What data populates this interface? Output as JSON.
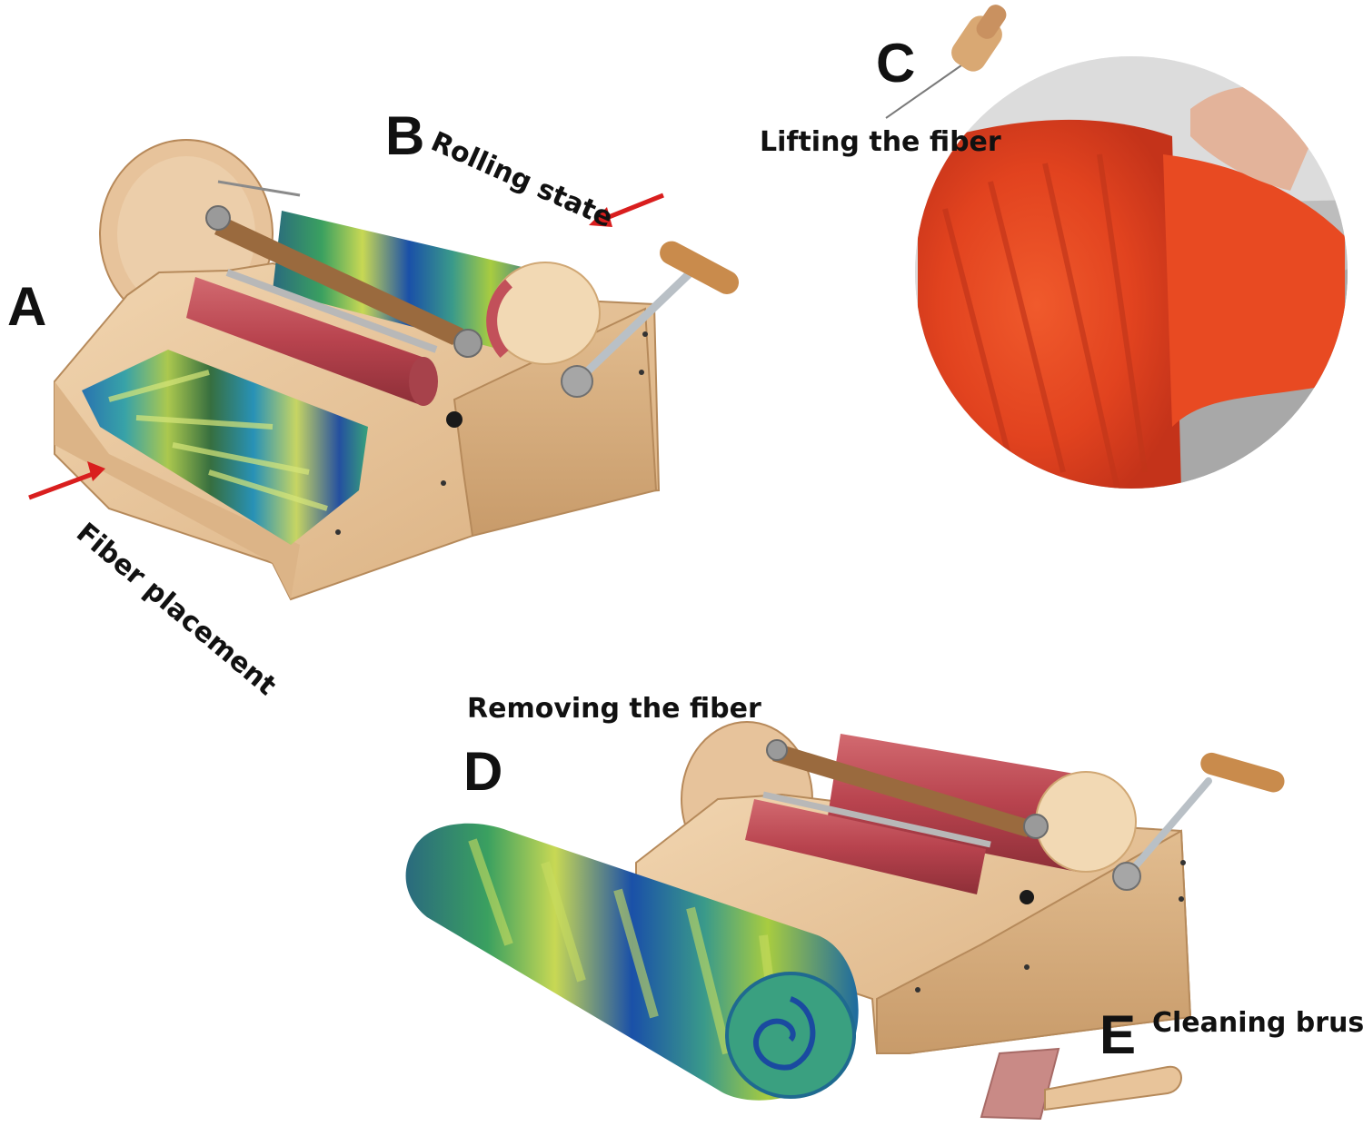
{
  "labels": {
    "a": "A",
    "b": "B",
    "c": "C",
    "d": "D",
    "e": "E"
  },
  "captions": {
    "a": "Fiber placement",
    "b": "Rolling state",
    "c": "Lifting the fiber",
    "d": "Removing the fiber",
    "e": "Cleaning brush"
  },
  "colors": {
    "arrow": "#d91e1e",
    "wood": "#e8c49a",
    "drum_red": "#c2505a",
    "fiber_red": "#e2431f"
  },
  "icons": {
    "arrow": "red-arrow-icon",
    "brush": "cleaning-brush-icon",
    "tool": "doffer-tool-icon"
  }
}
